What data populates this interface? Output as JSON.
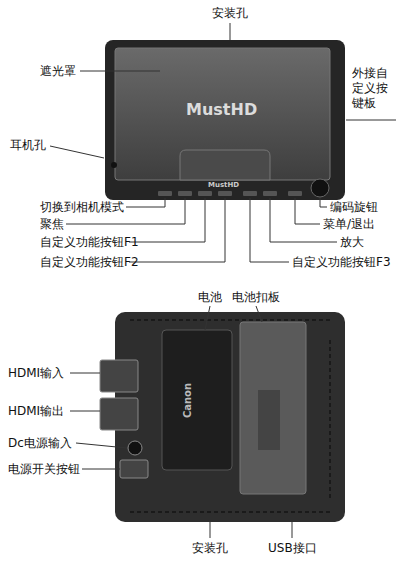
{
  "diagram": {
    "labels": [
      "安装孔",
      "遮光罩",
      "MustHD",
      "外接自定义按键板",
      "耳机孔",
      "MustHD",
      "切换到相机模式",
      "编码旋钮",
      "聚焦",
      "菜单/退出",
      "自定义功能按钮F1",
      "放大",
      "自定义功能按钮F2",
      "自定义功能按钮F3",
      "电池",
      "电池扣板",
      "HDMI输入",
      "HDMI输出",
      "Dc电源输入",
      "Canon",
      "电源开关按钮",
      "安装孔",
      "USB接口"
    ]
  }
}
